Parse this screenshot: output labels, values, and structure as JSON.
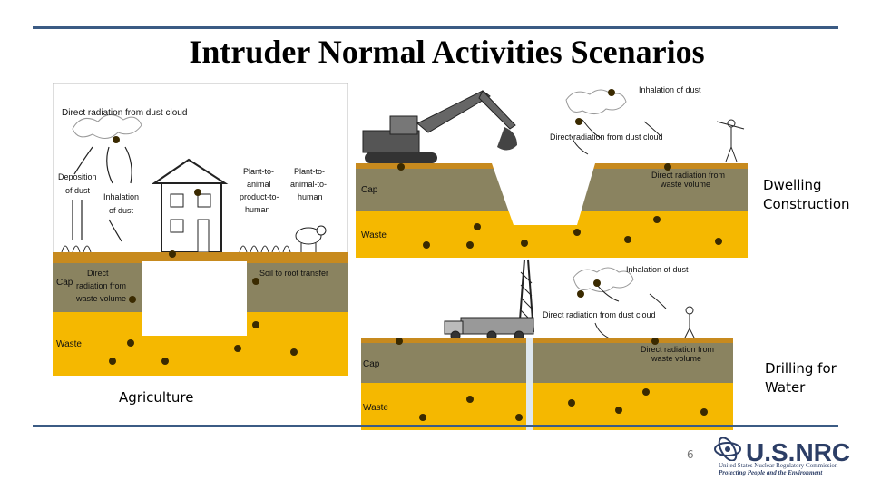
{
  "title": "Intruder Normal Activities Scenarios",
  "captions": {
    "dwelling": [
      "Dwelling",
      "Construction"
    ],
    "drilling": [
      "Drilling for",
      "Water"
    ],
    "agriculture": "Agriculture"
  },
  "agriculture_panel": {
    "labels": {
      "direct_radiation_dust": "Direct radiation from dust cloud",
      "deposition": [
        "Deposition",
        "of dust"
      ],
      "inhalation": [
        "Inhalation",
        "of dust"
      ],
      "plant_animal_human": [
        "Plant-to-",
        "animal",
        "product-to-",
        "human"
      ],
      "plant_animal_human2": [
        "Plant-to-",
        "animal-to-",
        "human"
      ],
      "direct_radiation_waste": [
        "Direct",
        "radiation from",
        "waste volume"
      ],
      "soil_root": "Soil to root transfer",
      "cap": "Cap",
      "waste": "Waste"
    }
  },
  "construction_panel": {
    "labels": {
      "inhalation": "Inhalation of dust",
      "direct_radiation_dust": "Direct radiation from dust cloud",
      "direct_radiation_waste": [
        "Direct radiation from",
        "waste volume"
      ],
      "cap": "Cap",
      "waste": "Waste"
    }
  },
  "drilling_panel": {
    "labels": {
      "inhalation": "Inhalation of dust",
      "direct_radiation_dust": "Direct radiation from dust cloud",
      "direct_radiation_waste": [
        "Direct radiation from",
        "waste volume"
      ],
      "cap": "Cap",
      "waste": "Waste"
    }
  },
  "page_number": "6",
  "logo": {
    "name": "U.S.NRC",
    "line1": "United States Nuclear Regulatory Commission",
    "line2": "Protecting People and the Environment"
  },
  "colors": {
    "rule": "#3b5b84",
    "cap": "#8a8360",
    "waste": "#f5b800",
    "soil_surface": "#c78a1e",
    "logo": "#2c3e66"
  }
}
